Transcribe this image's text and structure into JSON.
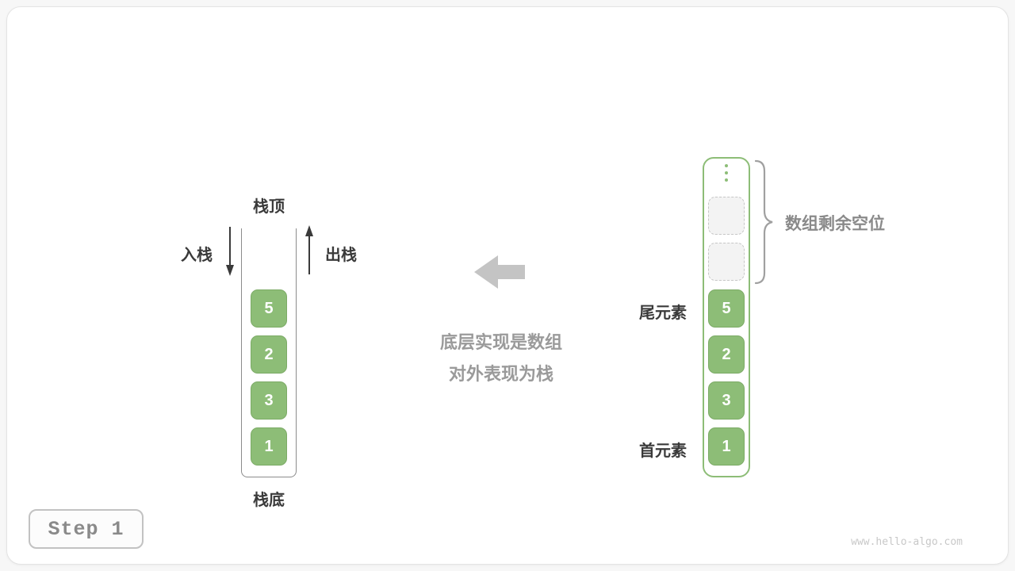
{
  "diagram": {
    "step_label": "Step 1",
    "watermark": "www.hello-algo.com"
  },
  "stack": {
    "top_label": "栈顶",
    "bottom_label": "栈底",
    "push_label": "入栈",
    "pop_label": "出栈",
    "values": [
      "5",
      "2",
      "3",
      "1"
    ]
  },
  "caption": {
    "line1": "底层实现是数组",
    "line2": "对外表现为栈"
  },
  "array": {
    "values": [
      "5",
      "2",
      "3",
      "1"
    ],
    "empty_slot_count": 2,
    "remaining_label": "数组剩余空位",
    "tail_label": "尾元素",
    "head_label": "首元素"
  },
  "colors": {
    "green": "#8dbd77",
    "green-dark": "#7cab66",
    "gray-text": "#9a9a9a",
    "dark-text": "#3a3a3a",
    "line": "#8c8c8c"
  }
}
